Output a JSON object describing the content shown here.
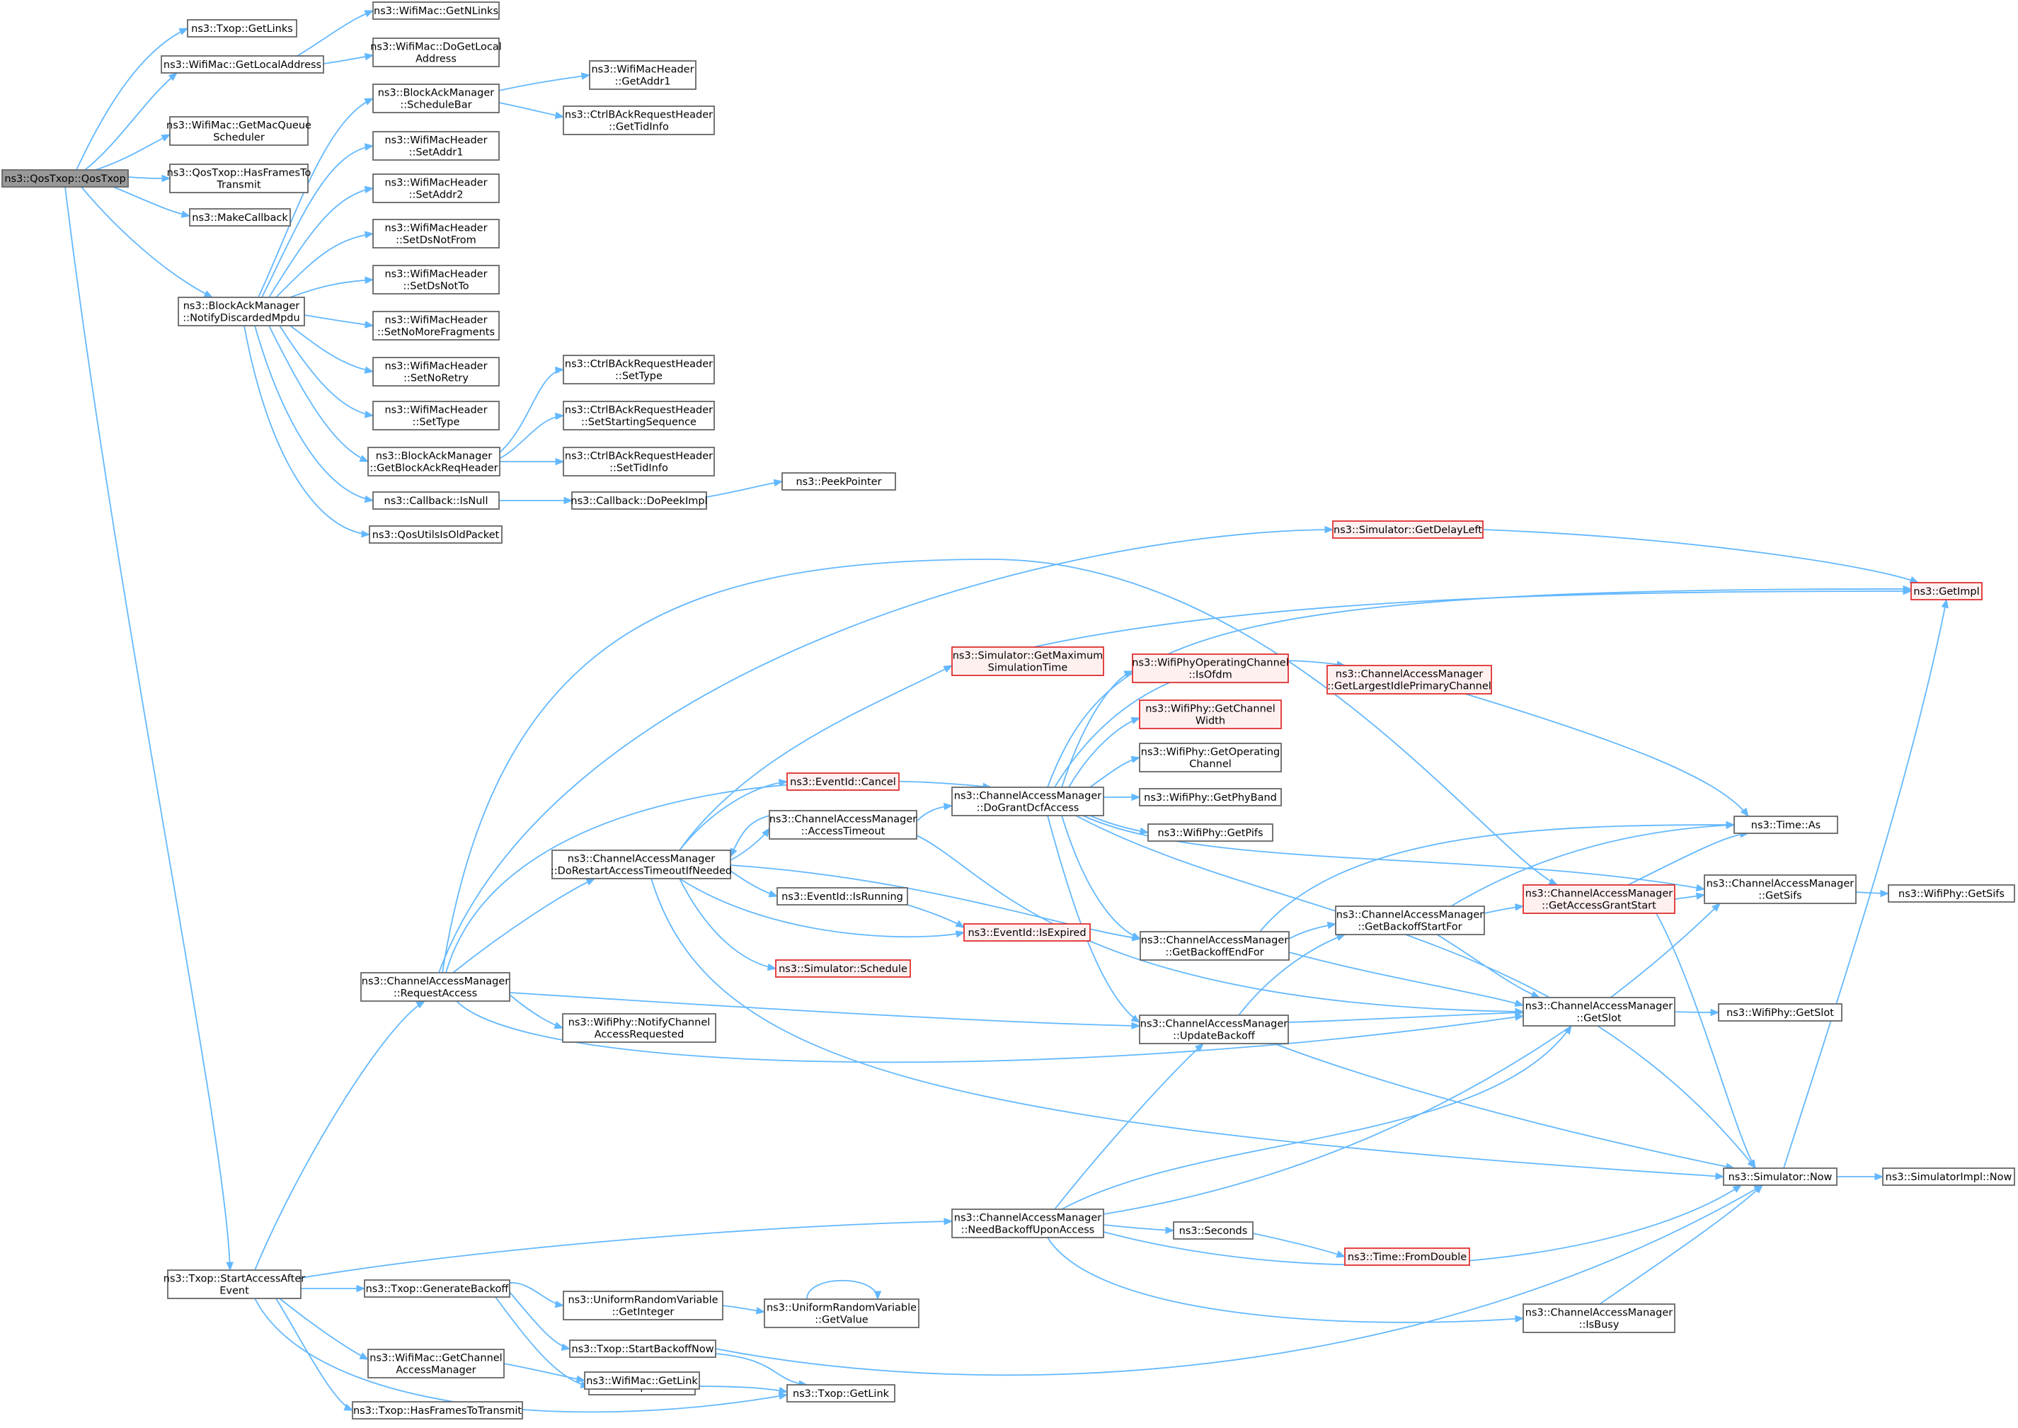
{
  "diagram": {
    "colors": {
      "edge": "#63b8ff",
      "node_border": "#666666",
      "node_fill": "#ffffff",
      "root_fill": "#999999",
      "truncated_border": "#e03030",
      "truncated_fill": "#fff0f0"
    },
    "nodes": [
      {
        "id": "n0",
        "lines": [
          "ns3::QosTxop::QosTxop"
        ],
        "style": "root"
      },
      {
        "id": "n1",
        "lines": [
          "ns3::Txop::GetLinks"
        ]
      },
      {
        "id": "n2",
        "lines": [
          "ns3::WifiMac::GetLocalAddress"
        ]
      },
      {
        "id": "n3",
        "lines": [
          "ns3::WifiMac::GetNLinks"
        ]
      },
      {
        "id": "n4",
        "lines": [
          "ns3::WifiMac::DoGetLocal",
          "Address"
        ]
      },
      {
        "id": "n5",
        "lines": [
          "ns3::WifiMac::GetMacQueue",
          "Scheduler"
        ]
      },
      {
        "id": "n6",
        "lines": [
          "ns3::QosTxop::HasFramesTo",
          "Transmit"
        ]
      },
      {
        "id": "n7",
        "lines": [
          "ns3::MakeCallback"
        ]
      },
      {
        "id": "n8",
        "lines": [
          "ns3::BlockAckManager",
          "::NotifyDiscardedMpdu"
        ]
      },
      {
        "id": "n9",
        "lines": [
          "ns3::BlockAckManager",
          "::ScheduleBar"
        ]
      },
      {
        "id": "n10",
        "lines": [
          "ns3::WifiMacHeader",
          "::GetAddr1"
        ]
      },
      {
        "id": "n11",
        "lines": [
          "ns3::CtrlBAckRequestHeader",
          "::GetTidInfo"
        ]
      },
      {
        "id": "n12",
        "lines": [
          "ns3::WifiMacHeader",
          "::SetAddr1"
        ]
      },
      {
        "id": "n13",
        "lines": [
          "ns3::WifiMacHeader",
          "::SetAddr2"
        ]
      },
      {
        "id": "n14",
        "lines": [
          "ns3::WifiMacHeader",
          "::SetDsNotFrom"
        ]
      },
      {
        "id": "n15",
        "lines": [
          "ns3::WifiMacHeader",
          "::SetDsNotTo"
        ]
      },
      {
        "id": "n16",
        "lines": [
          "ns3::WifiMacHeader",
          "::SetNoMoreFragments"
        ]
      },
      {
        "id": "n17",
        "lines": [
          "ns3::WifiMacHeader",
          "::SetNoRetry"
        ]
      },
      {
        "id": "n18",
        "lines": [
          "ns3::WifiMacHeader",
          "::SetType"
        ]
      },
      {
        "id": "n19",
        "lines": [
          "ns3::BlockAckManager",
          "::GetBlockAckReqHeader"
        ]
      },
      {
        "id": "n20",
        "lines": [
          "ns3::CtrlBAckRequestHeader",
          "::SetType"
        ]
      },
      {
        "id": "n21",
        "lines": [
          "ns3::CtrlBAckRequestHeader",
          "::SetStartingSequence"
        ]
      },
      {
        "id": "n22",
        "lines": [
          "ns3::CtrlBAckRequestHeader",
          "::SetTidInfo"
        ]
      },
      {
        "id": "n23",
        "lines": [
          "ns3::Callback::IsNull"
        ]
      },
      {
        "id": "n24",
        "lines": [
          "ns3::Callback::DoPeekImpl"
        ]
      },
      {
        "id": "n25",
        "lines": [
          "ns3::PeekPointer"
        ]
      },
      {
        "id": "n26",
        "lines": [
          "ns3::QosUtilsIsOldPacket"
        ]
      },
      {
        "id": "n27",
        "lines": [
          "ns3::Txop::StartAccessAfter",
          "Event"
        ]
      },
      {
        "id": "n28",
        "lines": [
          "ns3::ChannelAccessManager",
          "::RequestAccess"
        ]
      },
      {
        "id": "n29",
        "lines": [
          "ns3::ChannelAccessManager",
          "::DoRestartAccessTimeoutIfNeeded"
        ]
      },
      {
        "id": "n30",
        "lines": [
          "ns3::Simulator::GetDelayLeft"
        ],
        "style": "trunc"
      },
      {
        "id": "n31",
        "lines": [
          "ns3::GetImpl"
        ],
        "style": "trunc"
      },
      {
        "id": "n32",
        "lines": [
          "ns3::Simulator::GetMaximum",
          "SimulationTime"
        ],
        "style": "trunc"
      },
      {
        "id": "n33",
        "lines": [
          "ns3::ChannelAccessManager",
          "::GetLargestIdlePrimaryChannel"
        ],
        "style": "trunc"
      },
      {
        "id": "n34",
        "lines": [
          "ns3::WifiPhyOperatingChannel",
          "::IsOfdm"
        ],
        "style": "trunc"
      },
      {
        "id": "n35",
        "lines": [
          "ns3::WifiPhy::GetChannel",
          "Width"
        ],
        "style": "trunc"
      },
      {
        "id": "n36",
        "lines": [
          "ns3::WifiPhy::GetOperating",
          "Channel"
        ]
      },
      {
        "id": "n37",
        "lines": [
          "ns3::EventId::Cancel"
        ],
        "style": "trunc"
      },
      {
        "id": "n38",
        "lines": [
          "ns3::ChannelAccessManager",
          "::DoGrantDcfAccess"
        ]
      },
      {
        "id": "n39",
        "lines": [
          "ns3::WifiPhy::GetPhyBand"
        ]
      },
      {
        "id": "n40",
        "lines": [
          "ns3::WifiPhy::GetPifs"
        ]
      },
      {
        "id": "n41",
        "lines": [
          "ns3::ChannelAccessManager",
          "::AccessTimeout"
        ]
      },
      {
        "id": "n42",
        "lines": [
          "ns3::Time::As"
        ]
      },
      {
        "id": "n43",
        "lines": [
          "ns3::ChannelAccessManager",
          "::GetAccessGrantStart"
        ],
        "style": "trunc"
      },
      {
        "id": "n44",
        "lines": [
          "ns3::ChannelAccessManager",
          "::GetSifs"
        ]
      },
      {
        "id": "n45",
        "lines": [
          "ns3::WifiPhy::GetSifs"
        ]
      },
      {
        "id": "n46",
        "lines": [
          "ns3::EventId::IsRunning"
        ]
      },
      {
        "id": "n47",
        "lines": [
          "ns3::ChannelAccessManager",
          "::GetBackoffStartFor"
        ]
      },
      {
        "id": "n48",
        "lines": [
          "ns3::EventId::IsExpired"
        ],
        "style": "trunc"
      },
      {
        "id": "n49",
        "lines": [
          "ns3::ChannelAccessManager",
          "::GetBackoffEndFor"
        ]
      },
      {
        "id": "n50",
        "lines": [
          "ns3::Simulator::Schedule"
        ],
        "style": "trunc"
      },
      {
        "id": "n51",
        "lines": [
          "ns3::WifiPhy::NotifyChannel",
          "AccessRequested"
        ]
      },
      {
        "id": "n52",
        "lines": [
          "ns3::ChannelAccessManager",
          "::UpdateBackoff"
        ]
      },
      {
        "id": "n53",
        "lines": [
          "ns3::ChannelAccessManager",
          "::GetSlot"
        ]
      },
      {
        "id": "n54",
        "lines": [
          "ns3::WifiPhy::GetSlot"
        ]
      },
      {
        "id": "n55",
        "lines": [
          "ns3::Simulator::Now"
        ]
      },
      {
        "id": "n56",
        "lines": [
          "ns3::SimulatorImpl::Now"
        ]
      },
      {
        "id": "n57",
        "lines": [
          "ns3::ChannelAccessManager",
          "::NeedBackoffUponAccess"
        ]
      },
      {
        "id": "n58",
        "lines": [
          "ns3::Seconds"
        ]
      },
      {
        "id": "n59",
        "lines": [
          "ns3::Time::FromDouble"
        ],
        "style": "trunc"
      },
      {
        "id": "n60",
        "lines": [
          "ns3::Txop::GenerateBackoff"
        ]
      },
      {
        "id": "n61",
        "lines": [
          "ns3::UniformRandomVariable",
          "::GetInteger"
        ]
      },
      {
        "id": "n62",
        "lines": [
          "ns3::UniformRandomVariable",
          "::GetValue"
        ]
      },
      {
        "id": "n63",
        "lines": [
          "ns3::Txop::StartBackoffNow"
        ]
      },
      {
        "id": "n64",
        "lines": [
          "ns3::Txop::GetCw"
        ]
      },
      {
        "id": "n65",
        "lines": [
          "ns3::WifiMac::GetChannel",
          "AccessManager"
        ]
      },
      {
        "id": "n66",
        "lines": [
          "ns3::WifiMac::GetLink"
        ]
      },
      {
        "id": "n67",
        "lines": [
          "ns3::Txop::HasFramesToTransmit"
        ]
      },
      {
        "id": "n68",
        "lines": [
          "ns3::ChannelAccessManager",
          "::IsBusy"
        ]
      },
      {
        "id": "n69",
        "lines": [
          "ns3::Txop::GetLink"
        ]
      }
    ],
    "edges": [
      [
        "n0",
        "n1"
      ],
      [
        "n0",
        "n2"
      ],
      [
        "n0",
        "n5"
      ],
      [
        "n0",
        "n6"
      ],
      [
        "n0",
        "n7"
      ],
      [
        "n0",
        "n8"
      ],
      [
        "n0",
        "n27"
      ],
      [
        "n2",
        "n3"
      ],
      [
        "n2",
        "n4"
      ],
      [
        "n8",
        "n9"
      ],
      [
        "n8",
        "n12"
      ],
      [
        "n8",
        "n13"
      ],
      [
        "n8",
        "n14"
      ],
      [
        "n8",
        "n15"
      ],
      [
        "n8",
        "n16"
      ],
      [
        "n8",
        "n17"
      ],
      [
        "n8",
        "n18"
      ],
      [
        "n8",
        "n19"
      ],
      [
        "n8",
        "n23"
      ],
      [
        "n8",
        "n26"
      ],
      [
        "n9",
        "n10"
      ],
      [
        "n9",
        "n11"
      ],
      [
        "n19",
        "n20"
      ],
      [
        "n19",
        "n21"
      ],
      [
        "n19",
        "n22"
      ],
      [
        "n23",
        "n24"
      ],
      [
        "n24",
        "n25"
      ],
      [
        "n27",
        "n28"
      ],
      [
        "n27",
        "n57"
      ],
      [
        "n27",
        "n60"
      ],
      [
        "n27",
        "n65"
      ],
      [
        "n27",
        "n67"
      ],
      [
        "n27",
        "n69"
      ],
      [
        "n28",
        "n30"
      ],
      [
        "n28",
        "n43"
      ],
      [
        "n28",
        "n38"
      ],
      [
        "n28",
        "n29"
      ],
      [
        "n28",
        "n51"
      ],
      [
        "n28",
        "n52"
      ],
      [
        "n28",
        "n53"
      ],
      [
        "n29",
        "n32"
      ],
      [
        "n29",
        "n37"
      ],
      [
        "n29",
        "n41"
      ],
      [
        "n29",
        "n46"
      ],
      [
        "n29",
        "n48"
      ],
      [
        "n29",
        "n50"
      ],
      [
        "n29",
        "n49"
      ],
      [
        "n29",
        "n55"
      ],
      [
        "n30",
        "n31"
      ],
      [
        "n32",
        "n31"
      ],
      [
        "n33",
        "n42"
      ],
      [
        "n38",
        "n31"
      ],
      [
        "n38",
        "n33"
      ],
      [
        "n38",
        "n34"
      ],
      [
        "n38",
        "n35"
      ],
      [
        "n38",
        "n36"
      ],
      [
        "n38",
        "n39"
      ],
      [
        "n38",
        "n40"
      ],
      [
        "n38",
        "n44"
      ],
      [
        "n38",
        "n49"
      ],
      [
        "n38",
        "n52"
      ],
      [
        "n38",
        "n55"
      ],
      [
        "n41",
        "n29"
      ],
      [
        "n41",
        "n38"
      ],
      [
        "n41",
        "n53"
      ],
      [
        "n43",
        "n42"
      ],
      [
        "n43",
        "n44"
      ],
      [
        "n43",
        "n55"
      ],
      [
        "n44",
        "n45"
      ],
      [
        "n46",
        "n48"
      ],
      [
        "n47",
        "n42"
      ],
      [
        "n47",
        "n43"
      ],
      [
        "n47",
        "n53"
      ],
      [
        "n49",
        "n42"
      ],
      [
        "n49",
        "n47"
      ],
      [
        "n49",
        "n53"
      ],
      [
        "n52",
        "n47"
      ],
      [
        "n52",
        "n53"
      ],
      [
        "n52",
        "n55"
      ],
      [
        "n53",
        "n54"
      ],
      [
        "n55",
        "n31"
      ],
      [
        "n55",
        "n56"
      ],
      [
        "n57",
        "n44"
      ],
      [
        "n57",
        "n52"
      ],
      [
        "n57",
        "n53"
      ],
      [
        "n57",
        "n58"
      ],
      [
        "n57",
        "n55"
      ],
      [
        "n57",
        "n68"
      ],
      [
        "n58",
        "n59"
      ],
      [
        "n60",
        "n61"
      ],
      [
        "n60",
        "n63"
      ],
      [
        "n60",
        "n64"
      ],
      [
        "n61",
        "n62"
      ],
      [
        "n62",
        "n62"
      ],
      [
        "n63",
        "n55"
      ],
      [
        "n63",
        "n69"
      ],
      [
        "n64",
        "n69"
      ],
      [
        "n65",
        "n66"
      ],
      [
        "n68",
        "n55"
      ]
    ]
  }
}
